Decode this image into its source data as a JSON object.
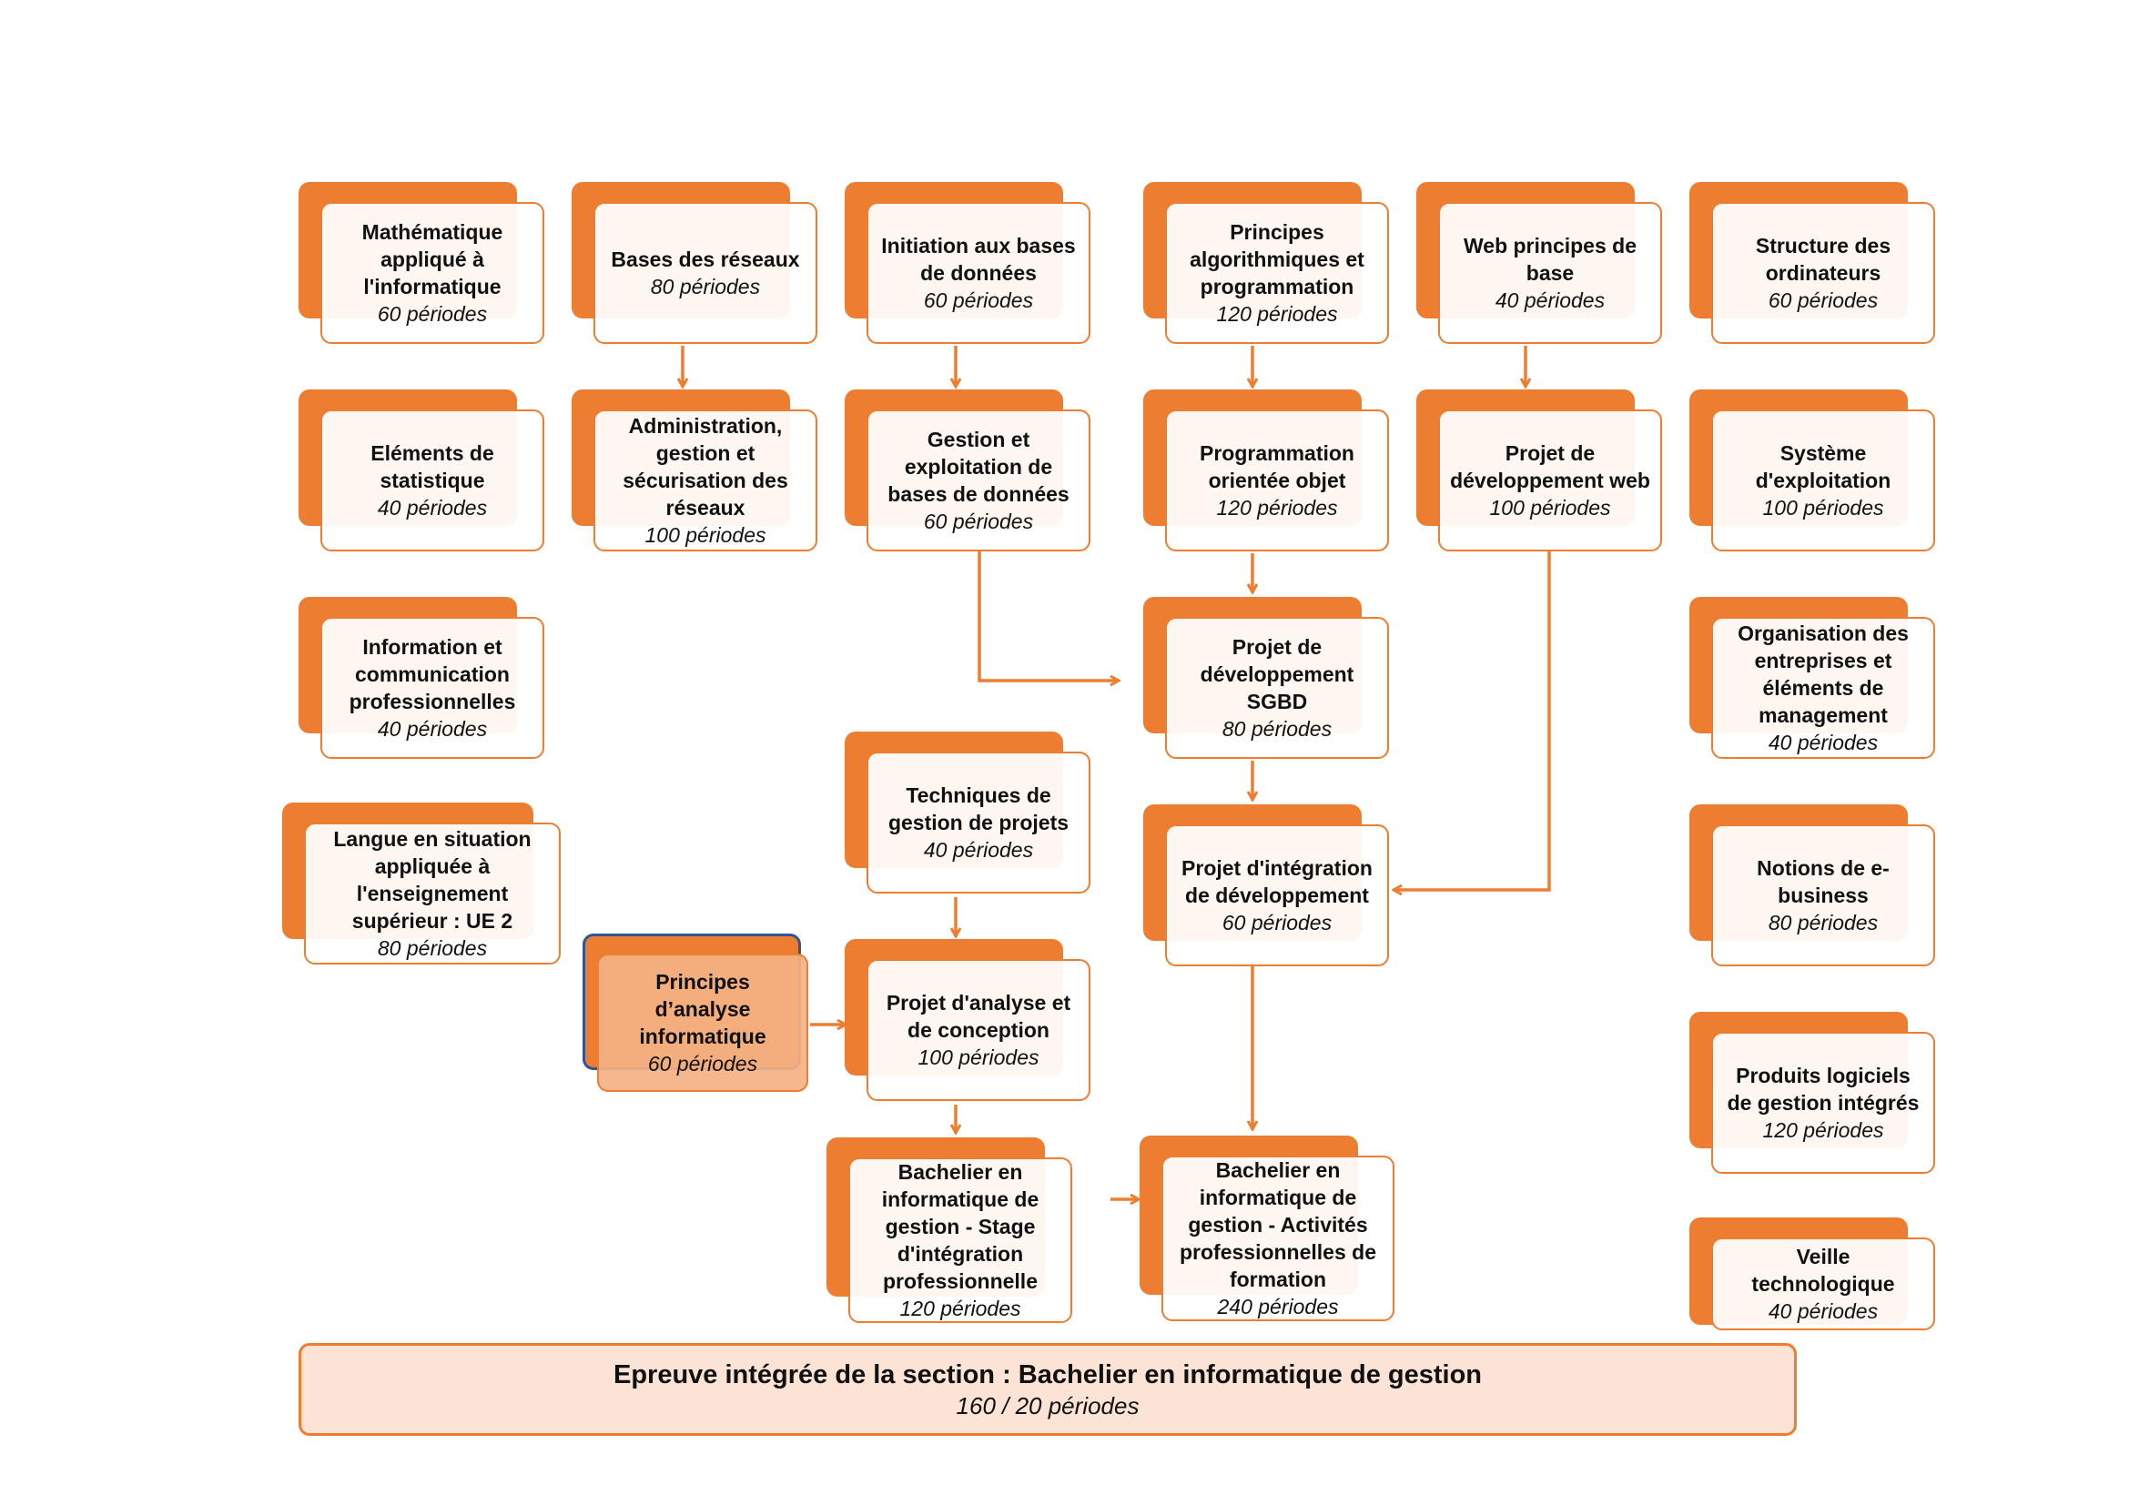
{
  "colors": {
    "accent": "#ED7D31",
    "highlight_fill": "#F4B183",
    "highlight_border": "#2F5597",
    "footer_fill": "#FBE3D6"
  },
  "nodes": {
    "math": {
      "title": "Mathématique appliqué à l'informatique",
      "periods": "60 périodes"
    },
    "reseaux": {
      "title": "Bases des réseaux",
      "periods": "80 périodes"
    },
    "init_bd": {
      "title": "Initiation aux bases de données",
      "periods": "60 périodes"
    },
    "algo": {
      "title": "Principes algorithmiques et programmation",
      "periods": "120 périodes"
    },
    "web": {
      "title": "Web principes de base",
      "periods": "40 périodes"
    },
    "structure": {
      "title": "Structure des ordinateurs",
      "periods": "60 périodes"
    },
    "stat": {
      "title": "Eléments de statistique",
      "periods": "40 périodes"
    },
    "admin": {
      "title": "Administration, gestion et sécurisation des réseaux",
      "periods": "100 périodes"
    },
    "gestion_bd": {
      "title": "Gestion et exploitation de bases de données",
      "periods": "60 périodes"
    },
    "poo": {
      "title": "Programmation orientée objet",
      "periods": "120 périodes"
    },
    "projet_web": {
      "title": "Projet de développement web",
      "periods": "100 périodes"
    },
    "os": {
      "title": "Système d'exploitation",
      "periods": "100 périodes"
    },
    "info_com": {
      "title": "Information et communication professionnelles",
      "periods": "40 périodes"
    },
    "sgbd": {
      "title": "Projet de développement SGBD",
      "periods": "80 périodes"
    },
    "orga": {
      "title": "Organisation des entreprises et éléments de management",
      "periods": "40 périodes"
    },
    "langue": {
      "title": "Langue en situation appliquée à l'enseignement supérieur : UE 2",
      "periods": "80 périodes"
    },
    "techniques": {
      "title": "Techniques de gestion de projets",
      "periods": "40 périodes"
    },
    "integration": {
      "title": "Projet d'intégration de développement",
      "periods": "60 périodes"
    },
    "ebusiness": {
      "title": "Notions de e-business",
      "periods": "80 périodes"
    },
    "principes_analyse": {
      "title": "Principes d’analyse informatique",
      "periods": "60 périodes"
    },
    "analyse": {
      "title": "Projet d'analyse et de conception",
      "periods": "100 périodes"
    },
    "logiciels": {
      "title": "Produits logiciels de gestion intégrés",
      "periods": "120 périodes"
    },
    "stage": {
      "title": "Bachelier en informatique de gestion - Stage d'intégration professionnelle",
      "periods": "120 périodes"
    },
    "activites": {
      "title": "Bachelier en informatique de gestion - Activités professionnelles de formation",
      "periods": "240 périodes"
    },
    "veille": {
      "title": "Veille technologique",
      "periods": "40 périodes"
    }
  },
  "epreuve": {
    "title": "Epreuve intégrée de la section : Bachelier en informatique de gestion",
    "periods": "160 / 20 périodes"
  }
}
